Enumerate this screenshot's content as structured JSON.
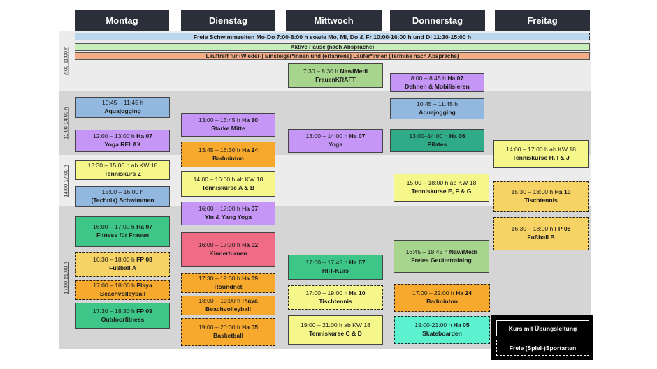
{
  "days": [
    "Montag",
    "Dienstag",
    "Mittwoch",
    "Donnerstag",
    "Freitag"
  ],
  "timeslots": [
    "7:00-11:00 h",
    "11:00-14:00 h",
    "14:00-17:00 h",
    "17:00-21:00 h"
  ],
  "banners": {
    "free_swim": "Freie Schwimmzeiten Mo-Do 7:00-8:00 h sowie Mo, Mi, Do & Fr 10:00-16:00 h und Di 11:30-15:00 h",
    "active_break": "Aktive Pause (nach Absprache)",
    "running": "Lauftreff für (Wieder-) Einsteiger*innen und (erfahrene) Läufer*innen (Termine nach Absprache)"
  },
  "courses": [
    {
      "time": "10:45 – 11:45 h",
      "room": "",
      "name": "Aquajogging"
    },
    {
      "time": "12:00 – 13:00 h",
      "room": "Ha 07",
      "name": "Yoga RELAX"
    },
    {
      "time": "13:30 – 15:00 h ab KW 18",
      "room": "",
      "name": "Tenniskurs Z"
    },
    {
      "time": "15:00 – 16:00 h",
      "room": "",
      "name": "(Technik) Schwimmen"
    },
    {
      "time": "16:00 – 17:00 h",
      "room": "Ha 07",
      "name": "Fitness für Frauen"
    },
    {
      "time": "16:30 – 18:00 h",
      "room": "FP 08",
      "name": "Fußball A"
    },
    {
      "time": "17:00 – 18:00 h",
      "room": "Playa",
      "name": "Beachvolleyball"
    },
    {
      "time": "17:30 – 18:30 h",
      "room": "FP 09",
      "name": "Outdoorfitness"
    },
    {
      "time": "13:00 – 13:45 h",
      "room": "Ha 10",
      "name": "Starke Mitte"
    },
    {
      "time": "13:45 – 16:30 h",
      "room": "Ha 24",
      "name": "Badminton"
    },
    {
      "time": "14:00 – 16:00 h ab KW 18",
      "room": "",
      "name": "Tenniskurse A & B"
    },
    {
      "time": "16:00 – 17:00 h",
      "room": "Ha 07",
      "name": "Yin & Yang Yoga"
    },
    {
      "time": "16:00 – 17:30 h",
      "room": "Ha 02",
      "name": "Kinderturnen"
    },
    {
      "time": "17:30 – 19:30 h",
      "room": "Ha 09",
      "name": "Roundnet"
    },
    {
      "time": "18:00 – 19:00 h",
      "room": "Playa",
      "name": "Beachvolleyball"
    },
    {
      "time": "19:00 – 20:00 h",
      "room": "Ha 05",
      "name": "Basketball"
    },
    {
      "time": "7:30 – 8:30 h",
      "room": "NawiMedi",
      "name": "FrauenKRAFT"
    },
    {
      "time": "13:00 – 14:00 h",
      "room": "Ha 07",
      "name": "Yoga"
    },
    {
      "time": "17:00 – 17:45 h",
      "room": "Ha 07",
      "name": "HIIT-Kurs"
    },
    {
      "time": "17:00 – 19:00 h",
      "room": "Ha 10",
      "name": "Tischtennis"
    },
    {
      "time": "19:00 – 21:00 h ab KW 18",
      "room": "",
      "name": "Tenniskurse C & D"
    },
    {
      "time": "8:00 – 8:45 h",
      "room": "Ha 07",
      "name": "Dehnen & Mobilisieren"
    },
    {
      "time": "10:45 – 11:45 h",
      "room": "",
      "name": "Aquajogging"
    },
    {
      "time": "13:00–14:00 h",
      "room": "Ha 06",
      "name": "Pilates"
    },
    {
      "time": "15:00 – 18:00 h ab KW 18",
      "room": "",
      "name": "Tenniskurse E, F & G"
    },
    {
      "time": "16:45 – 18:45 h",
      "room": "NawiMedi",
      "name": "Freies Gerätetraining"
    },
    {
      "time": "17:00 – 22:00 h",
      "room": "Ha 24",
      "name": "Badminton"
    },
    {
      "time": "19:00-21:00 h",
      "room": "Ha 05",
      "name": "Skateboarden"
    },
    {
      "time": "14:00 – 17:00 h ab KW 18",
      "room": "",
      "name": "Tenniskurse H, I & J"
    },
    {
      "time": "15:30 – 18:00 h",
      "room": "Ha 10",
      "name": "Tischtennis"
    },
    {
      "time": "16:30 – 18:00 h",
      "room": "FP 08",
      "name": "Fußball B"
    }
  ],
  "legend": {
    "guided": "Kurs mit Übungsleitung",
    "free": "Freie (Spiel-)Sportarten"
  },
  "colors": {
    "header": "#2b2f3a",
    "blue": "#92b8df",
    "violet": "#c596f6",
    "yellow": "#f6f78b",
    "green": "#a8d58e",
    "teal": "#2fab87",
    "emerald": "#3ec689",
    "pink": "#ef6b86",
    "orange": "#f7a92e",
    "gold": "#f6d364",
    "aqua": "#5cf2cf"
  }
}
